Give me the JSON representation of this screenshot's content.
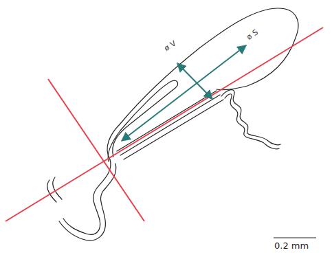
{
  "diagram": {
    "labels": [
      "ø V",
      "ø S",
      "0.2 mm"
    ]
  }
}
